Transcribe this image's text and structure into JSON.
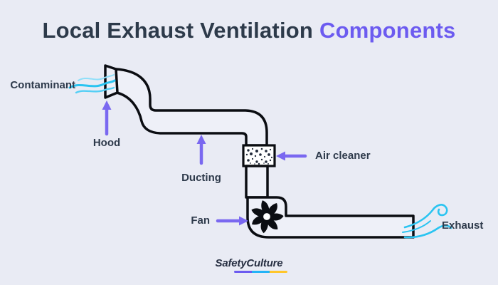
{
  "page": {
    "background_color": "#E9EBF4"
  },
  "title": {
    "text_dark": "Local Exhaust Ventilation",
    "text_accent": "Components",
    "dark_color": "#2D3A4A",
    "accent_color": "#6C5BF0"
  },
  "diagram": {
    "labels": {
      "contaminant": "Contaminant",
      "hood": "Hood",
      "ducting": "Ducting",
      "air_cleaner": "Air cleaner",
      "fan": "Fan",
      "exhaust": "Exhaust"
    },
    "colors": {
      "duct_outline": "#0B0D12",
      "duct_fill": "#EEF0F8",
      "arrow": "#7A68F0",
      "airflow_cyan": "#2AC4F1",
      "airflow_light": "#8FDFF9",
      "label_text": "#2E3A4B"
    }
  },
  "footer": {
    "brand": "SafetyCulture",
    "underline_colors": [
      "#6C5BF0",
      "#23B3F7",
      "#FFC62B"
    ]
  }
}
